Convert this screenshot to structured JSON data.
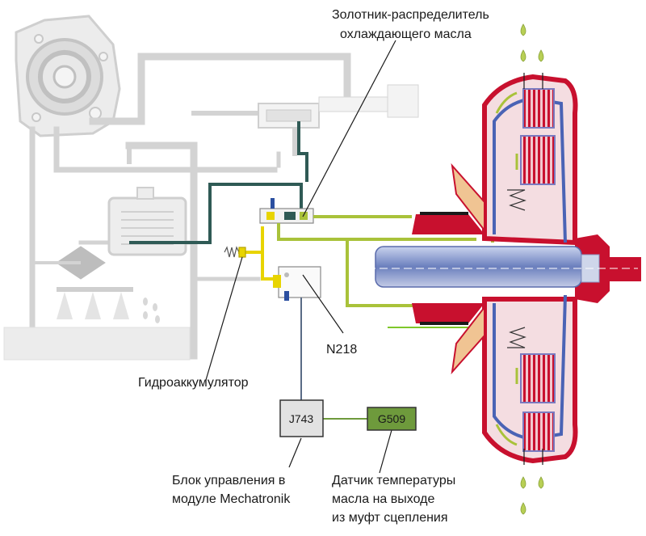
{
  "labels": {
    "cooling_valve_line1": "Золотник-распределитель",
    "cooling_valve_line2": "охлаждающего масла",
    "n218": "N218",
    "accumulator": "Гидроаккумулятор",
    "control_unit_line1": "Блок управления в",
    "control_unit_line2": "модуле Mechatronik",
    "sensor_line1": "Датчик температуры",
    "sensor_line2": "масла на выходе",
    "sensor_line3": "из муфт сцепления",
    "j743": "J743",
    "g509": "G509"
  },
  "colors": {
    "hydraulic_gray": "#d3d3d3",
    "cooling_oil": "#a9c23a",
    "pressure_line": "#2f5a55",
    "housing_red": "#c8102e",
    "shaft_blue": "#7d8fc4",
    "control_box": "#e2e2e2",
    "sensor_box": "#6e9a3c",
    "signal_line": "#5a6b86"
  }
}
